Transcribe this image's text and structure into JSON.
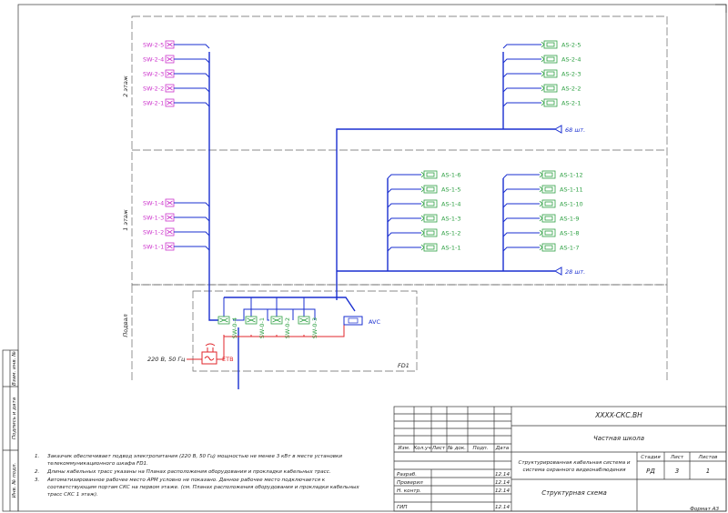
{
  "floors": {
    "floor2": "2 этаж",
    "floor1": "1 этаж",
    "basement": "Подвал"
  },
  "sw_floor2": [
    "SW-2-5",
    "SW-2-4",
    "SW-2-3",
    "SW-2-2",
    "SW-2-1"
  ],
  "sw_floor1": [
    "SW-1-4",
    "SW-1-3",
    "SW-1-2",
    "SW-1-1"
  ],
  "as_floor2": [
    "AS-2-5",
    "AS-2-4",
    "AS-2-3",
    "AS-2-2",
    "AS-2-1"
  ],
  "as_floor1_left": [
    "AS-1-6",
    "AS-1-5",
    "AS-1-4",
    "AS-1-3",
    "AS-1-2",
    "AS-1-1"
  ],
  "as_floor1_right": [
    "AS-1-12",
    "AS-1-11",
    "AS-1-10",
    "AS-1-9",
    "AS-1-8",
    "AS-1-7"
  ],
  "riser_labels": {
    "floor2": "68 шт.",
    "floor1": "28 шт."
  },
  "rack": {
    "switches": [
      "SW-0-4",
      "SW-0-1",
      "SW-0-2",
      "SW-0-3"
    ],
    "avc": "AVC",
    "etb": "ETB",
    "power": "220 В, 50 Гц",
    "name": "FD1"
  },
  "notes": {
    "n1_num": "1.",
    "n1_a": "Заказчик обеспечивает подвод электропитания (220 В, 50 Гц) мощностью не менее 3 кВт в месте установки",
    "n1_b": "телекоммуникационного шкафа FD1.",
    "n2_num": "2.",
    "n2_a": "Длины кабельных трасс указаны на Планах расположения оборудования и прокладки кабельных трасс.",
    "n3_num": "3.",
    "n3_a": "Автоматизированное рабочее место АРМ условно не показано. Данное рабочее место подключается к",
    "n3_b": "соответствующим портам СКС на первом этаже. (см. Планах расположения оборудования и прокладки кабельных",
    "n3_c": "трасс СКС 1 этаж)."
  },
  "side_stamp": {
    "inv_orig": "Инв. № подл.",
    "sign_date": "Подпись и дата",
    "inv_sub": "Взам. инв. №"
  },
  "title_block": {
    "code": "XXXX-СКС.ВН",
    "object": "Частная школа",
    "doc_title_1": "Структурированная кабельная система и",
    "doc_title_2": "система охранного видеонаблюдения",
    "sheet_title": "Структурная схема",
    "headers": [
      "Изм.",
      "Кол.уч",
      "Лист",
      "№ док.",
      "Подп.",
      "Дата"
    ],
    "roles": [
      "Разраб.",
      "Проверил",
      "Н. контр.",
      "ГИП"
    ],
    "dates": [
      "12.14",
      "12.14",
      "12.14",
      "12.14"
    ],
    "stage_label": "Стадия",
    "sheet_label": "Лист",
    "sheets_label": "Листов",
    "stage": "РД",
    "sheet": "3",
    "sheets": "1",
    "format": "Формат А3"
  }
}
